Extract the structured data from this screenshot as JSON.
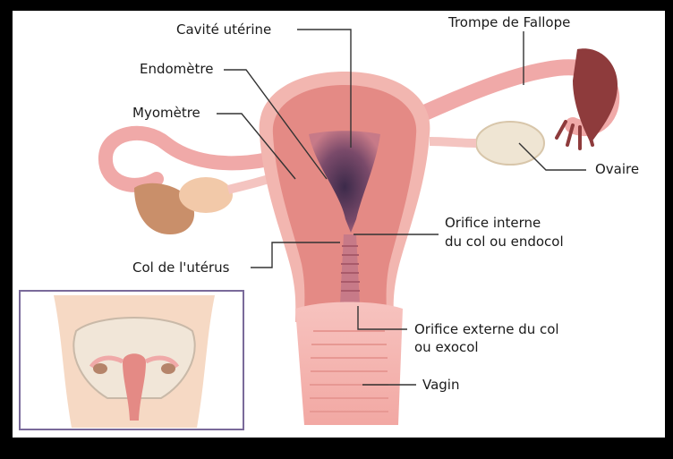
{
  "labels": {
    "cavite_uterine": "Cavité utérine",
    "trompe": "Trompe de Fallope",
    "endometre": "Endomètre",
    "myometre": "Myomètre",
    "ovaire": "Ovaire",
    "orifice_interne_1": "Orifice interne",
    "orifice_interne_2": "du col ou endocol",
    "col": "Col de l'utérus",
    "orifice_externe_1": "Orifice externe du col",
    "orifice_externe_2": "ou exocol",
    "vagin": "Vagin"
  },
  "colors": {
    "frame": "#000000",
    "background": "#ffffff",
    "myometrium": "#e48a85",
    "outer_wall": "#f2b6b0",
    "cavity_dark": "#3c2a4a",
    "tube": "#f0a9a8",
    "tube_dark": "#8e3b3c",
    "ovary": "#efe5d3",
    "leader": "#333333",
    "inset_skin": "#f6d9c4",
    "inset_border": "#7a6a9a"
  }
}
